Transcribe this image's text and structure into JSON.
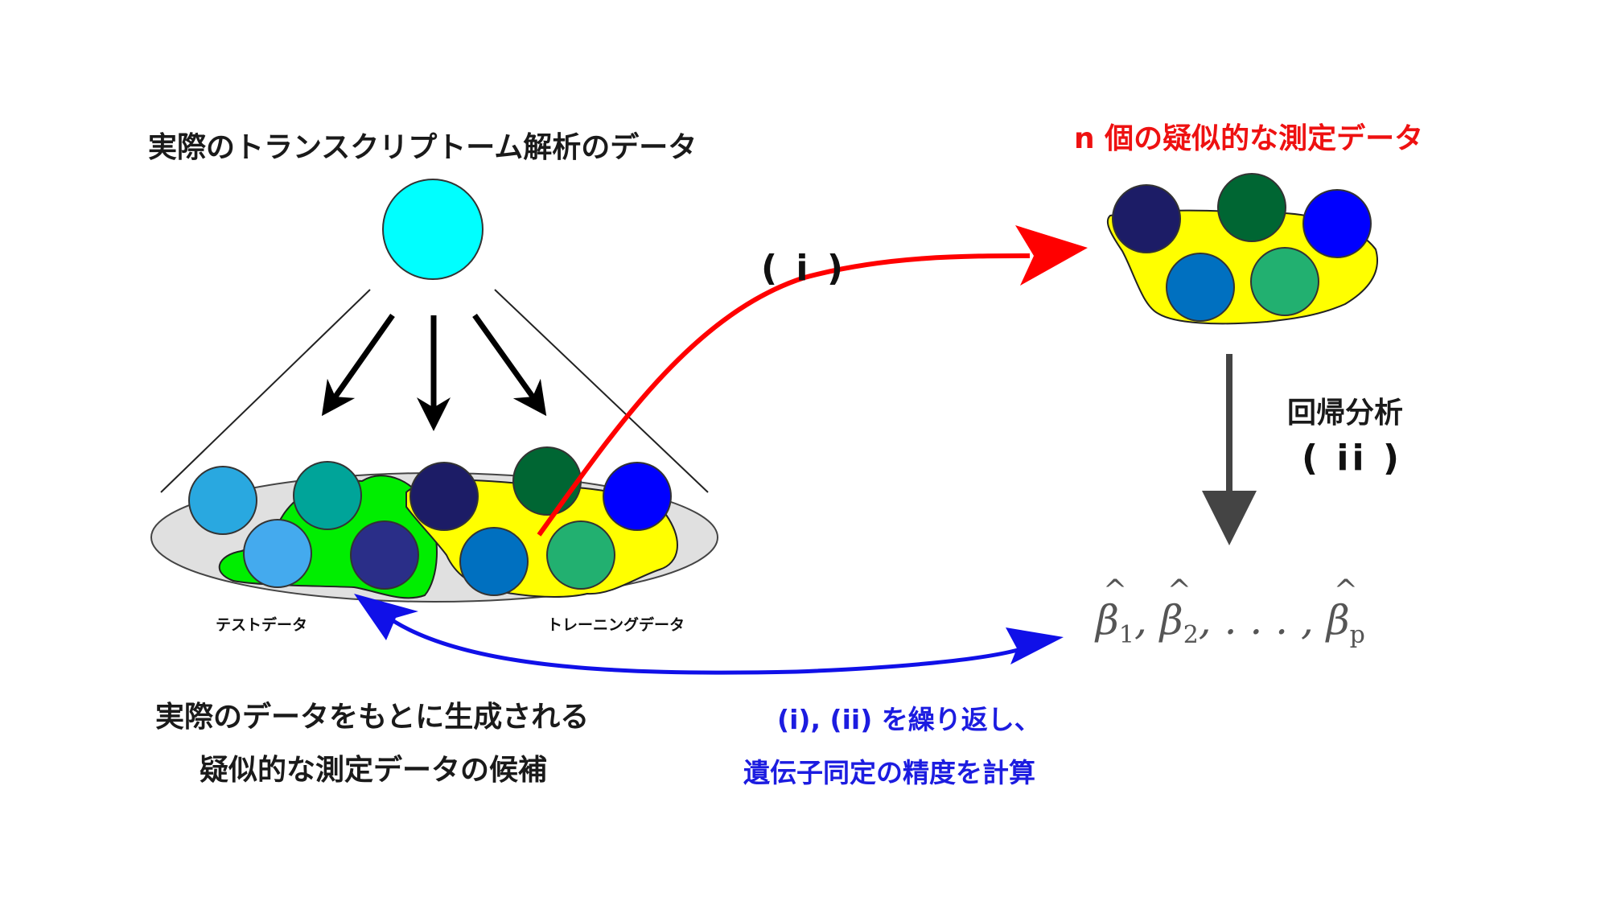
{
  "labels": {
    "real_data": "実際のトランスクリプトーム解析のデータ",
    "pseudo_n": "n 個の疑似的な測定データ",
    "step_i": "( i )",
    "regression": "回帰分析",
    "step_ii": "( ii )",
    "test_data": "テストデータ",
    "training_data": "トレーニングデータ",
    "candidate_line1": "実際のデータをもとに生成される",
    "candidate_line2": "疑似的な測定データの候補",
    "repeat_line1": "(i), (ii) を繰り返し、",
    "repeat_line2": "遺伝子同定の精度を計算",
    "beta_sub1": "1",
    "beta_sub2": "2",
    "beta_subp": "p"
  },
  "colors": {
    "source_circle": "#00ffff",
    "plate": "#e0e0e0",
    "test_region": "#00ee00",
    "training_region": "#ffff00",
    "red_arrow": "#ff0000",
    "blue_arrow": "#1010e8",
    "regression_arrow": "#444444",
    "ball_navy": "#1c1c66",
    "ball_darkgreen": "#006633",
    "ball_blue": "#0000ff",
    "ball_midblue": "#0070c0",
    "ball_seagreen": "#22b070",
    "ball_skyblue": "#29a8e0",
    "ball_teal": "#00a499",
    "ball_lightblue": "#44aaee",
    "ball_indigo": "#2a2e88"
  }
}
